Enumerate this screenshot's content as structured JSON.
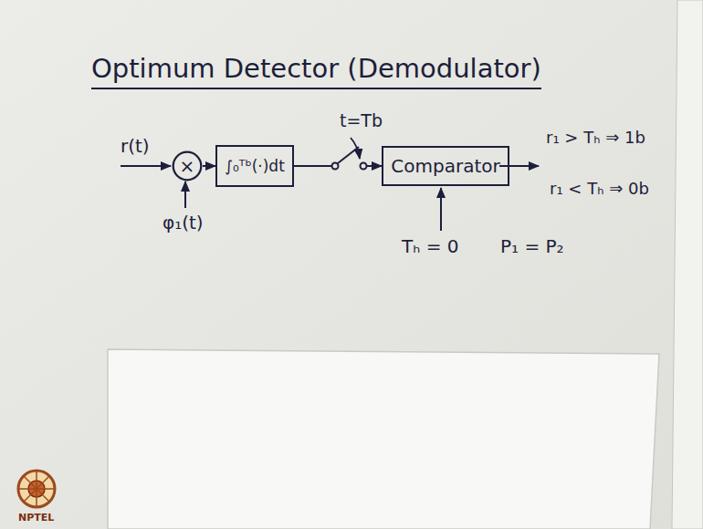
{
  "diagram": {
    "title": "Optimum Detector (Demodulator)",
    "nodes": [
      {
        "text": [
          "×"
        ]
      },
      {
        "text": [
          "∫₀ᵀᵇ(·)dt"
        ]
      },
      {
        "text": [
          "Comparator"
        ]
      }
    ],
    "edges": [
      {
        "from": 0,
        "to": 1,
        "arrow": "to"
      },
      {
        "from": 1,
        "to": 2,
        "arrow": "to"
      }
    ],
    "labels": [
      "r(t)",
      "φ₁(t)",
      "t=Tb",
      "r₁ > Tₕ ⇒ 1b",
      "r₁ < Tₕ ⇒ 0b",
      "Tₕ = 0",
      "P₁ = P₂",
      "NPTEL"
    ]
  }
}
